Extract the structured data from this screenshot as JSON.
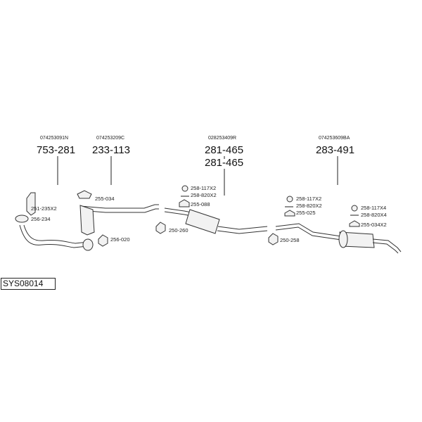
{
  "system_code": "SYS08014",
  "groups": [
    {
      "oe": "074253091N",
      "part": "753-281"
    },
    {
      "oe": "074253209C",
      "part": "233-113"
    },
    {
      "oe": "028253409R",
      "part": "281-465",
      "part2": "281-465"
    },
    {
      "oe": "074253609BA",
      "part": "283-491"
    }
  ],
  "accessories": [
    "251-235X2",
    "256-234",
    "255-034",
    "256-020",
    "258-117X2",
    "258-820X2",
    "255-088",
    "250-260",
    "258-117X2",
    "258-820X2",
    "255-025",
    "250-258",
    "258-117X4",
    "258-820X4",
    "255-034X2"
  ]
}
